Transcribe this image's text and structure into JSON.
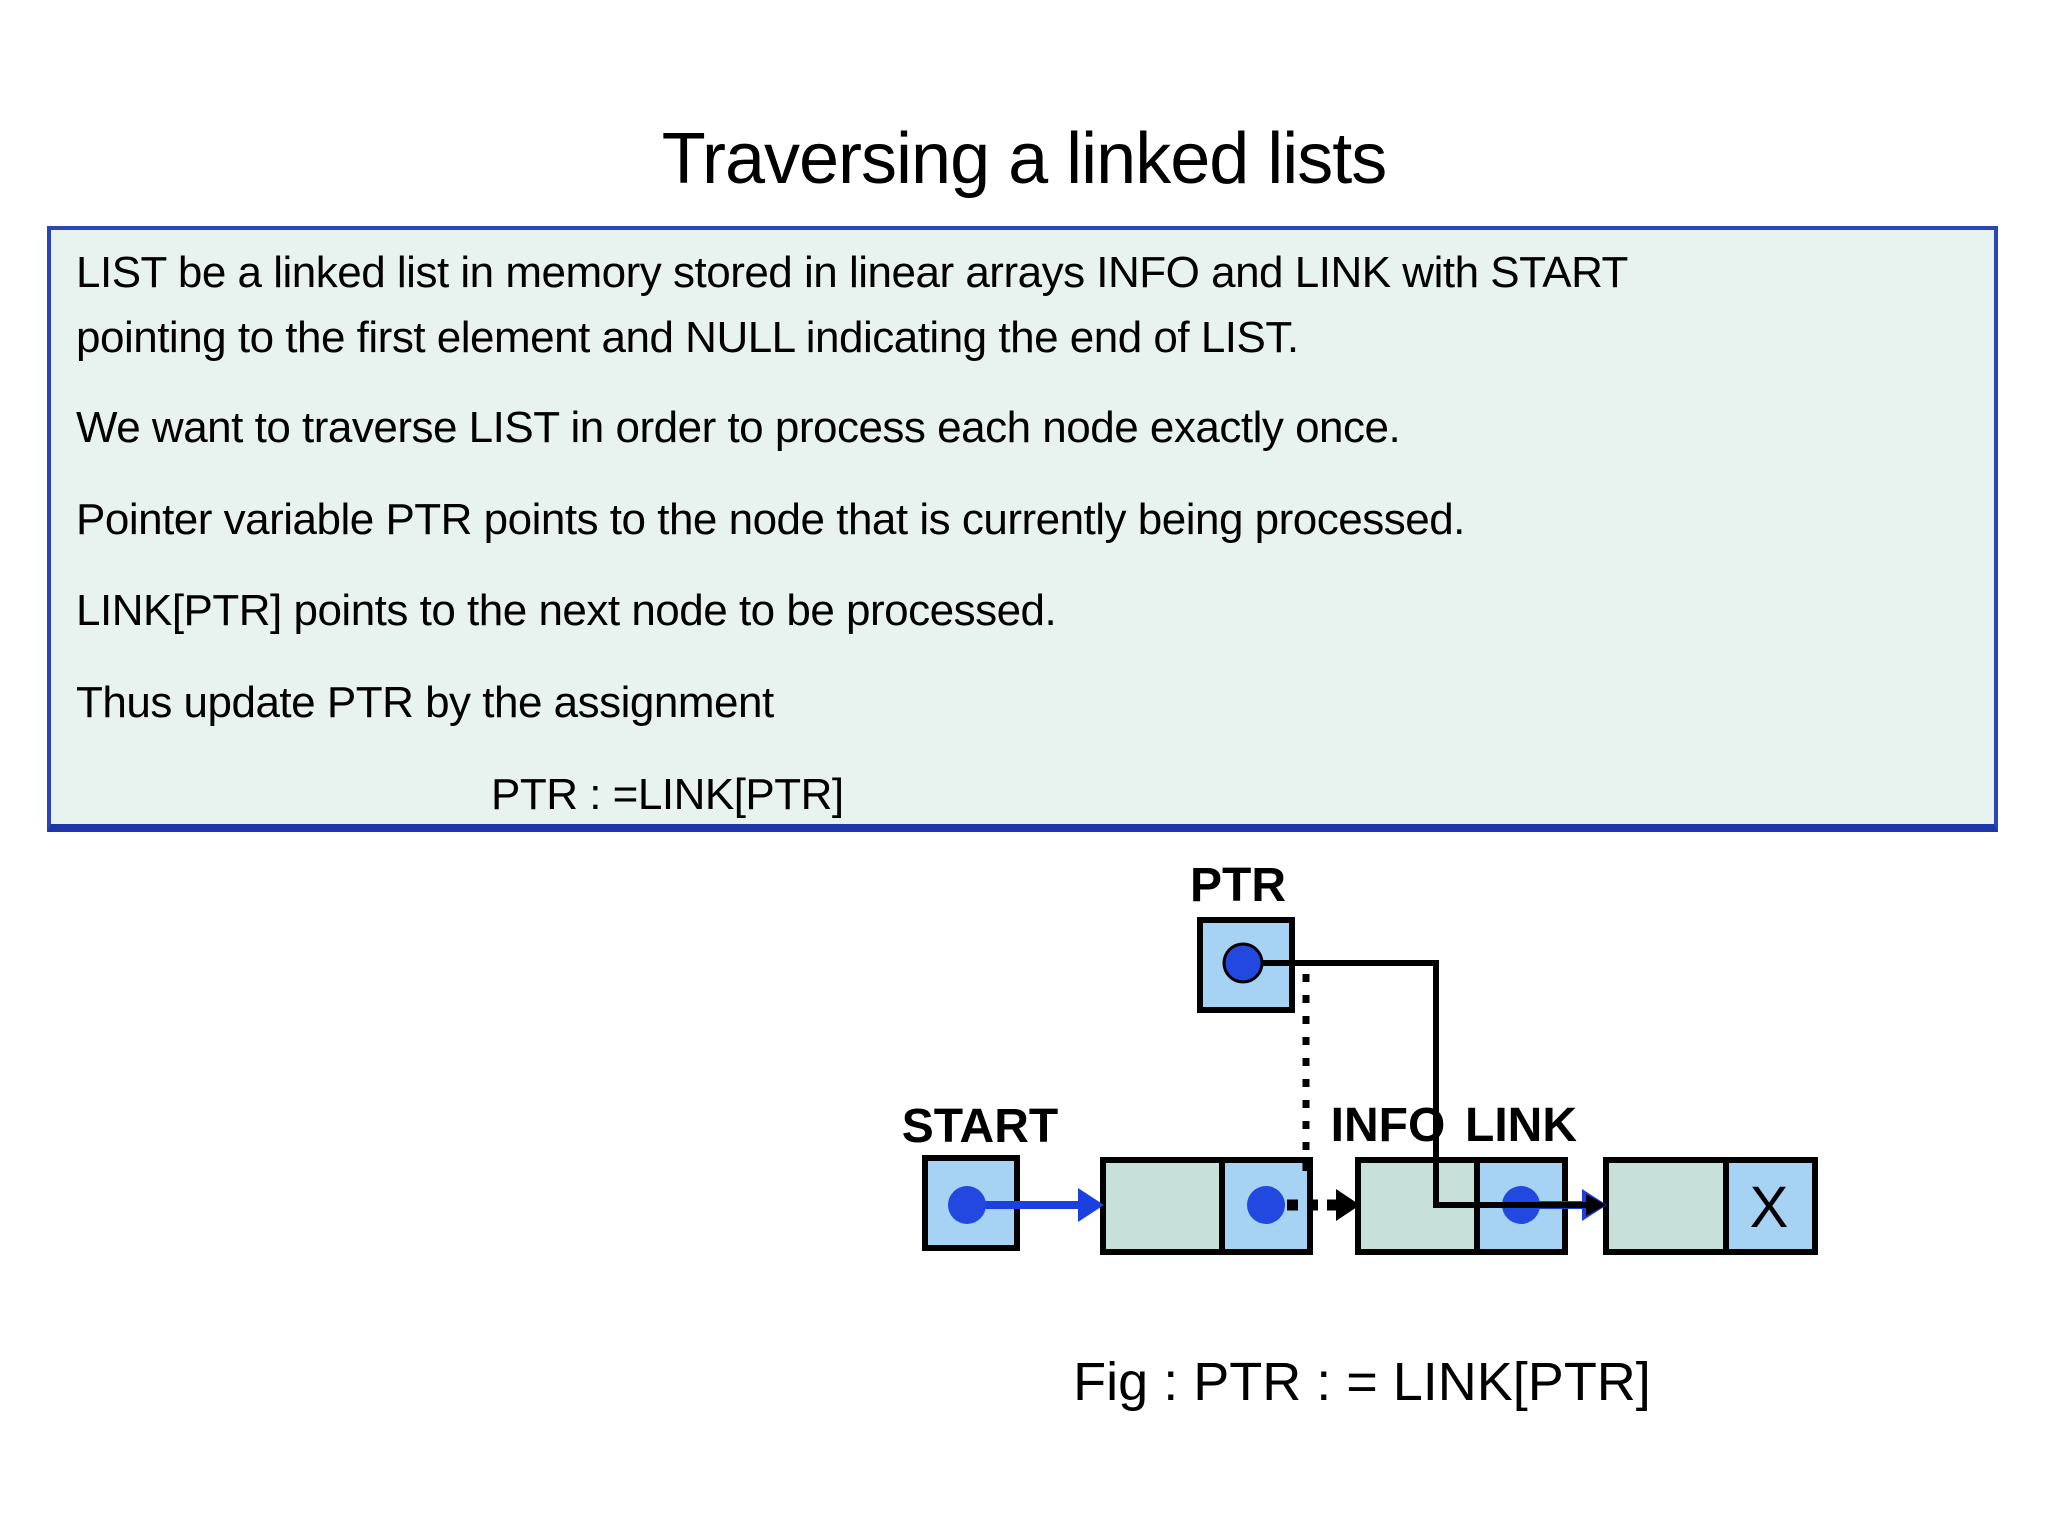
{
  "slide": {
    "title": "Traversing a linked lists",
    "background_color": "#ffffff"
  },
  "textbox": {
    "background_color": "#e8f2ef",
    "border_color": "#2945b8",
    "lines": [
      "LIST be a linked list in memory stored in linear arrays INFO and LINK with START",
      "pointing to the first element and NULL indicating the end of LIST.",
      "We want to traverse LIST in order to process each node exactly once.",
      "Pointer variable PTR points to the node that is currently being processed.",
      "LINK[PTR] points to the next node to be processed.",
      "Thus update PTR by the assignment",
      "PTR : =LINK[PTR]"
    ]
  },
  "diagram": {
    "ptr_label": "PTR",
    "start_label": "START",
    "info_label": "INFO",
    "link_label": "LINK",
    "null_marker": "X",
    "caption": "Fig : PTR : = LINK[PTR]",
    "colors": {
      "cell_blue": "#a6d2f4",
      "cell_teal": "#c7e0da",
      "dot_blue": "#2248df",
      "arrow_blue": "#1c3fe0",
      "line_black": "#000000"
    }
  }
}
